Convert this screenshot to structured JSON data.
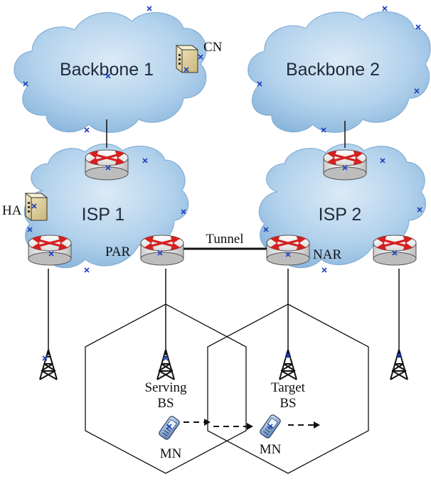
{
  "clouds": {
    "backbone1": "Backbone 1",
    "backbone2": "Backbone 2",
    "isp1": "ISP 1",
    "isp2": "ISP 2"
  },
  "nodes": {
    "cn": "CN",
    "ha": "HA",
    "par": "PAR",
    "nar": "NAR"
  },
  "links": {
    "tunnel": "Tunnel"
  },
  "stations": {
    "serving_line1": "Serving",
    "serving_line2": "BS",
    "target_line1": "Target",
    "target_line2": "BS"
  },
  "mobile": {
    "mn_left": "MN",
    "mn_right": "MN"
  },
  "colors": {
    "cloud_fill": "#a9cdea",
    "router_arrow": "#d42020",
    "marker": "#1f3fbf"
  }
}
